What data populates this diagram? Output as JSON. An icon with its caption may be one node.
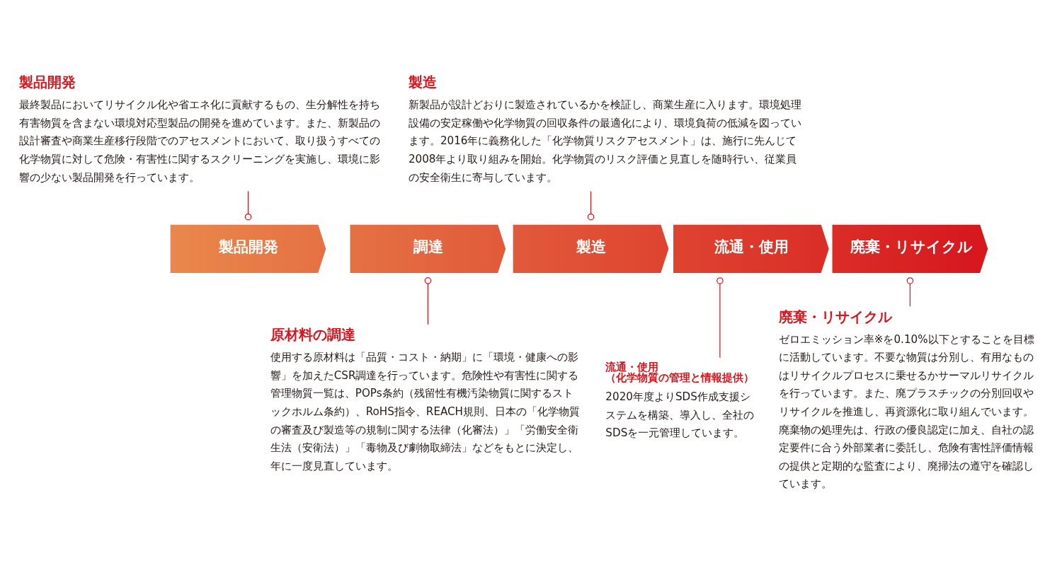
{
  "diagram": {
    "nodes": [
      {
        "text": [
          "製品開発",
          "最終製品においてリサイクル化や省エネ化に貢献するもの、生分解性を持ち有害物質を含まない環境対応型製品の開発を進めています。また、新製品の設計審査や商業生産移行段階でのアセスメントにおいて、取り扱うすべての化学物質に対して危険・有害性に関するスクリーニングを実施し、環境に影響の少ない製品開発を行っています。"
        ]
      },
      {
        "text": [
          "製造",
          "新製品が設計どおりに製造されているかを検証し、商業生産に入ります。環境処理設備の安定稼働や化学物質の回収条件の最適化により、環境負荷の低減を図っています。2016年に義務化した「化学物質リスクアセスメント」は、施行に先んじて2008年より取り組みを開始。化学物質のリスク評価と見直しを随時行い、従業員の安全衛生に寄与しています。"
        ]
      },
      {
        "text": [
          "製品開発"
        ]
      },
      {
        "text": [
          "調達"
        ]
      },
      {
        "text": [
          "製造"
        ]
      },
      {
        "text": [
          "流通・使用"
        ]
      },
      {
        "text": [
          "廃棄・リサイクル"
        ]
      },
      {
        "text": [
          "原材料の調達",
          "使用する原材料は「品質・コスト・納期」に「環境・健康への影響」を加えたCSR調達を行っています。危険性や有害性に関する管理物質一覧は、POPs条約（残留性有機汚染物質に関するストックホルム条約）、RoHS指令、REACH規則、日本の「化学物質の審査及び製造等の規制に関する法律（化審法）」「労働安全衛生法（安衛法）」「毒物及び劇物取締法」などをもとに決定し、年に一度見直しています。"
        ]
      },
      {
        "text": [
          "流通・使用（化学物質の管理と情報提供）",
          "2020年度よりSDS作成支援システムを構築、導入し、全社のSDSを一元管理しています。"
        ]
      },
      {
        "text": [
          "廃棄・リサイクル",
          "ゼロエミッション率※を0.10%以下とすることを目標に活動しています。不要な物質は分別し、有用なものはリサイクルプロセスに乗せるかサーマルリサイクルを行っています。また、廃プラスチックの分別回収やリサイクルを推進し、再資源化に取り組んでいます。廃棄物の処理先は、行政の優良認定に加え、自社の認定要件に合う外部業者に委託し、危険有害性評価情報の提供と定期的な監査により、廃掃法の遵守を確認しています。"
        ]
      }
    ],
    "edges": [
      {
        "from": 0,
        "to": 2,
        "arrow": "other"
      },
      {
        "from": 1,
        "to": 4,
        "arrow": "other"
      },
      {
        "from": 7,
        "to": 3,
        "arrow": "other"
      },
      {
        "from": 8,
        "to": 5,
        "arrow": "other"
      },
      {
        "from": 9,
        "to": 6,
        "arrow": "other"
      }
    ]
  }
}
